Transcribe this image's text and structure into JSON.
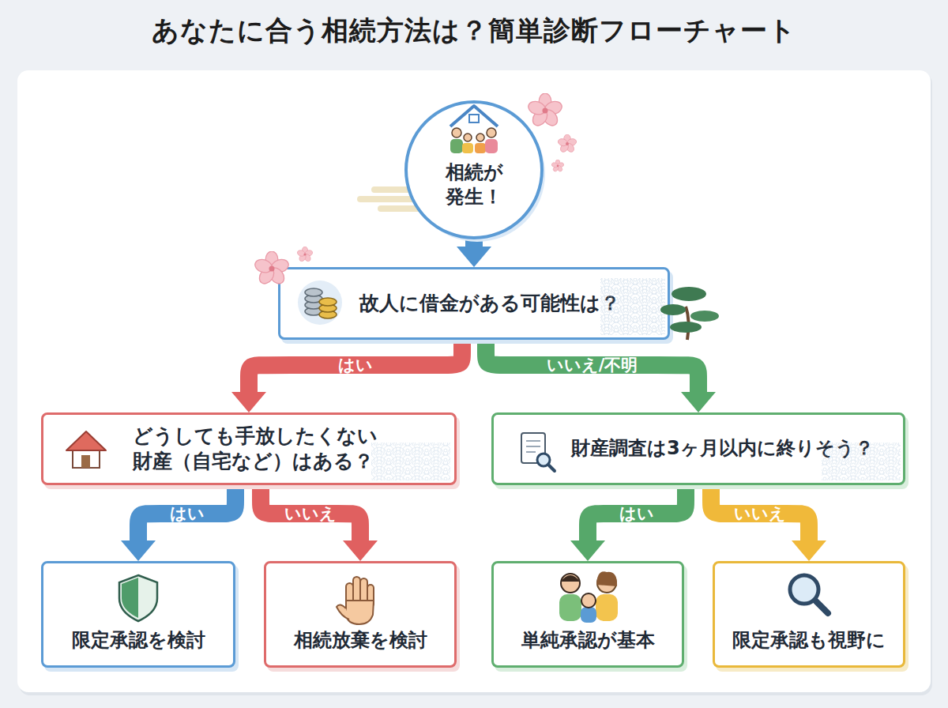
{
  "diagram": {
    "title": "あなたに合う相続方法は？簡単診断フローチャート",
    "nodes": [
      {
        "text": [
          "相続が 発生！"
        ]
      },
      {
        "text": [
          "故人に借金がある可能性は？"
        ]
      },
      {
        "text": [
          "どうしても手放したくない 財産（自宅など）はある？"
        ]
      },
      {
        "text": [
          "財産調査は3ヶ月以内に終りそう？"
        ]
      },
      {
        "text": [
          "限定承認を検討"
        ]
      },
      {
        "text": [
          "相続放棄を検討"
        ]
      },
      {
        "text": [
          "単純承認が基本"
        ]
      },
      {
        "text": [
          "限定承認も視野に"
        ]
      }
    ],
    "edges": [
      {
        "from": 0,
        "to": 1,
        "arrow": "to"
      },
      {
        "from": 1,
        "to": 2,
        "label": "はい",
        "arrow": "to"
      },
      {
        "from": 1,
        "to": 3,
        "label": "いいえ/不明",
        "arrow": "to"
      },
      {
        "from": 2,
        "to": 4,
        "label": "はい",
        "arrow": "to"
      },
      {
        "from": 2,
        "to": 5,
        "label": "いいえ",
        "arrow": "to"
      },
      {
        "from": 3,
        "to": 6,
        "label": "はい",
        "arrow": "to"
      },
      {
        "from": 3,
        "to": 7,
        "label": "いいえ",
        "arrow": "to"
      }
    ]
  }
}
